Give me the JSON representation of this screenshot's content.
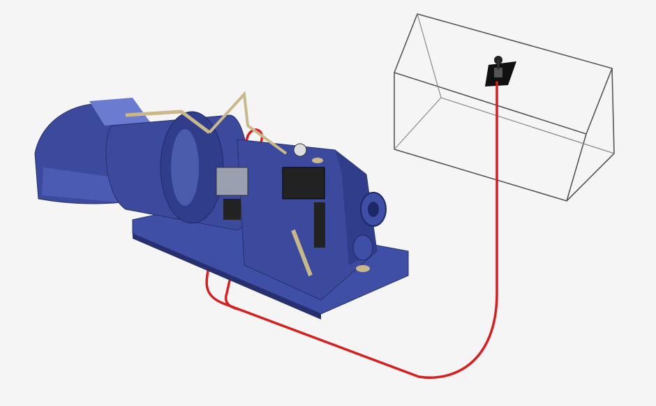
{
  "illustration": {
    "colors": {
      "background": "#f5f5f5",
      "machine_body": "#3b4a9c",
      "machine_shadow": "#26306e",
      "machine_highlight": "#6a7bd0",
      "cable": "#d81e1e",
      "enclosure_outline": "#555555",
      "fittings": "#c9b98a",
      "control_panel": "#111111"
    },
    "icons": [
      "waterjet-unit",
      "hydraulic-valve-block",
      "control-cable",
      "cabin-enclosure",
      "joystick-control"
    ]
  }
}
